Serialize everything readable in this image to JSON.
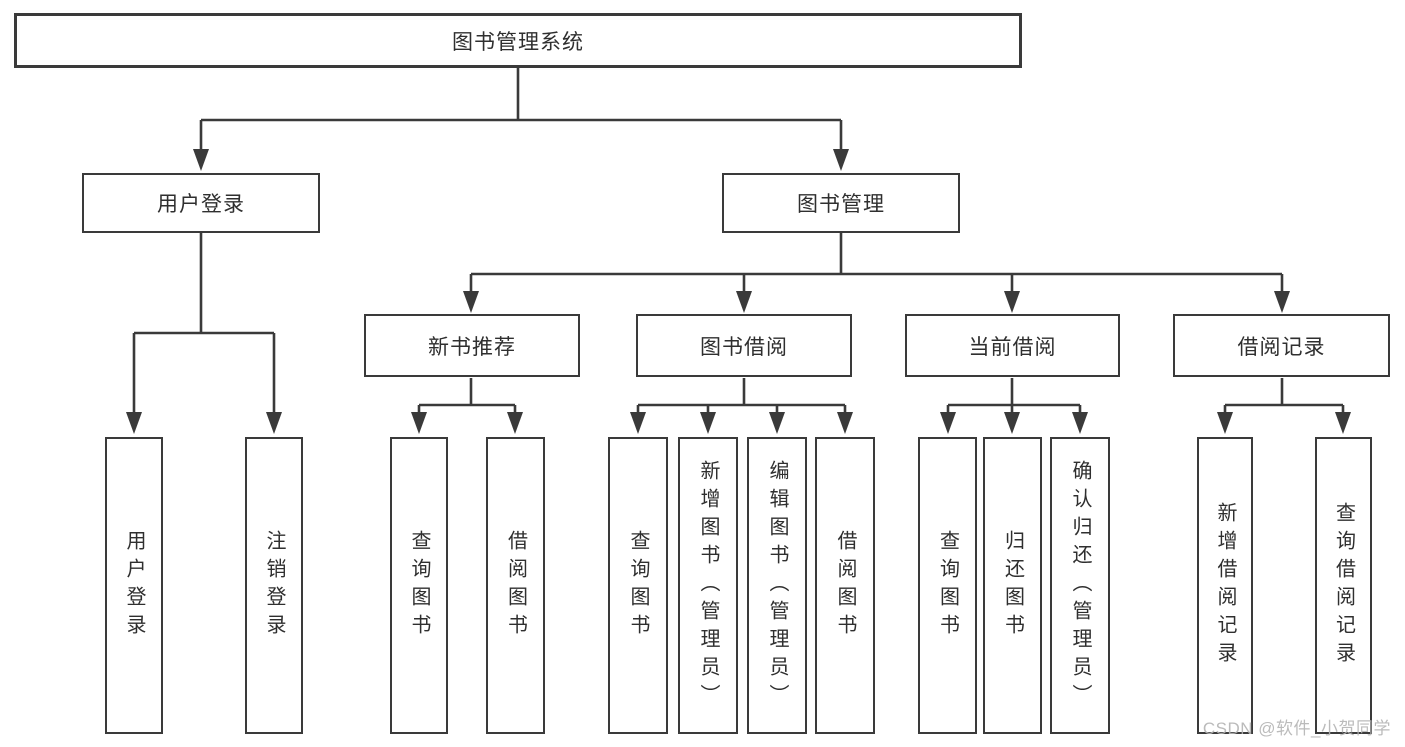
{
  "tree": {
    "root": {
      "label": "图书管理系统"
    },
    "login": {
      "label": "用户登录",
      "children": [
        {
          "label": "用户登录"
        },
        {
          "label": "注销登录"
        }
      ]
    },
    "management": {
      "label": "图书管理",
      "sections": [
        {
          "label": "新书推荐",
          "children": [
            {
              "label": "查询图书"
            },
            {
              "label": "借阅图书"
            }
          ]
        },
        {
          "label": "图书借阅",
          "children": [
            {
              "label": "查询图书"
            },
            {
              "label": "新增图书（管理员）"
            },
            {
              "label": "编辑图书（管理员）"
            },
            {
              "label": "借阅图书"
            }
          ]
        },
        {
          "label": "当前借阅",
          "children": [
            {
              "label": "查询图书"
            },
            {
              "label": "归还图书"
            },
            {
              "label": "确认归还（管理员）"
            }
          ]
        },
        {
          "label": "借阅记录",
          "children": [
            {
              "label": "新增借阅记录"
            },
            {
              "label": "查询借阅记录"
            }
          ]
        }
      ]
    }
  },
  "watermark": {
    "text": "CSDN @软件_小贺同学"
  },
  "colors": {
    "line": "#3a3a3a",
    "text": "#2f2f2f",
    "watermark": "#b4b4b4",
    "background": "#ffffff"
  }
}
